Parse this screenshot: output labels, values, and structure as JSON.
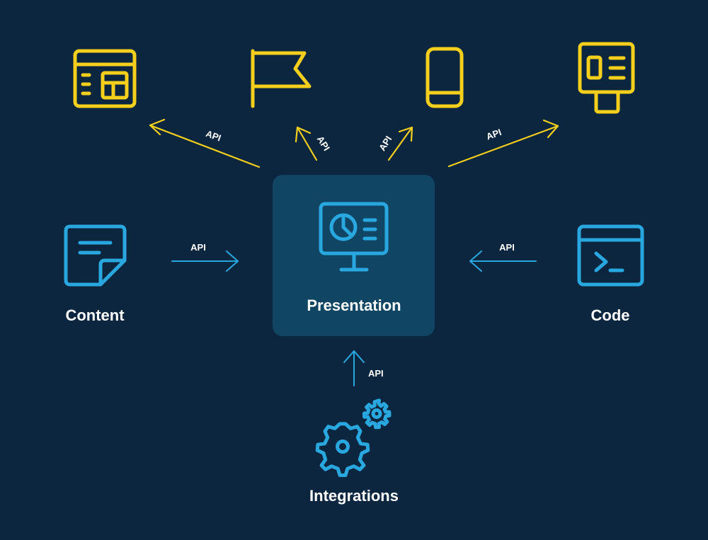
{
  "colors": {
    "background": "#0c2640",
    "hub": "#104563",
    "input": "#29a8e0",
    "output": "#f4cf1c",
    "text": "#ffffff"
  },
  "hub": {
    "label": "Presentation",
    "icon": "monitor-pie-chart-icon"
  },
  "inputs": {
    "content": {
      "label": "Content",
      "icon": "sticky-note-icon",
      "edge_label": "API"
    },
    "code": {
      "label": "Code",
      "icon": "terminal-window-icon",
      "edge_label": "API"
    },
    "integrations": {
      "label": "Integrations",
      "icon": "gears-icon",
      "edge_label": "API"
    }
  },
  "outputs": [
    {
      "icon": "website-layout-icon",
      "edge_label": "API"
    },
    {
      "icon": "flag-icon",
      "edge_label": "API"
    },
    {
      "icon": "mobile-phone-icon",
      "edge_label": "API"
    },
    {
      "icon": "kiosk-display-icon",
      "edge_label": "API"
    }
  ]
}
